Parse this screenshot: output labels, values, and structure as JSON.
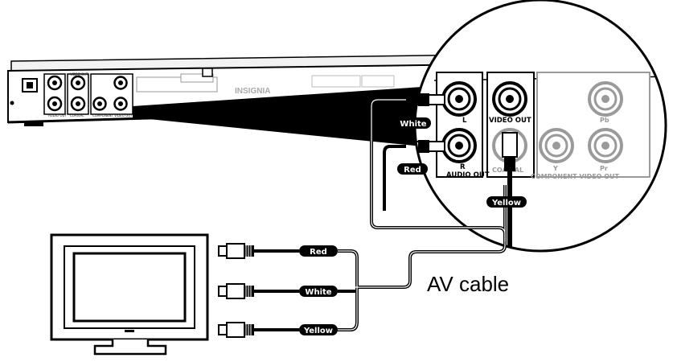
{
  "player": {
    "brand": "INSIGNIA",
    "jacks": [
      "AUDIO OUT",
      "VIDEO OUT",
      "COAXIAL",
      "COMPONENT VIDEO OUT"
    ]
  },
  "zoom_panel": {
    "left_channel": "L",
    "right_channel": "R",
    "audio_out": "AUDIO OUT",
    "video_out": "VIDEO OUT",
    "coaxial": "COAXIAL",
    "y_label": "Y",
    "pb_label": "Pb",
    "pr_label": "Pr",
    "component_video_out": "COMPONENT VIDEO OUT"
  },
  "plug_tags": {
    "white_top": "White",
    "red_top": "Red",
    "yellow_top": "Yellow",
    "red_tv": "Red",
    "white_tv": "White",
    "yellow_tv": "Yellow"
  },
  "cable_label": "AV cable",
  "colors": {
    "line": "#000000",
    "panel_gray": "#9a9a9a",
    "background": "#ffffff"
  }
}
